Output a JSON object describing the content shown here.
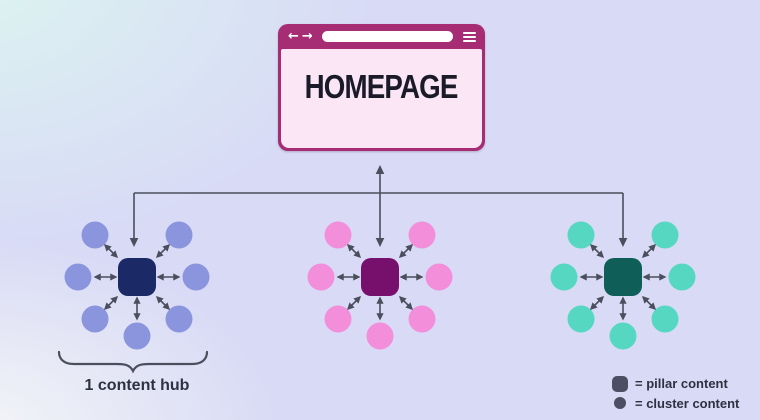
{
  "browser": {
    "title": "HOMEPAGE",
    "back_icon": "←",
    "forward_icon": "→"
  },
  "hubs": [
    {
      "name": "blue content hub",
      "pillar_color": "#1b2a66",
      "cluster_color": "#8b95de",
      "cluster_count": 7
    },
    {
      "name": "magenta content hub",
      "pillar_color": "#77106c",
      "cluster_color": "#f28eda",
      "cluster_count": 7
    },
    {
      "name": "teal content hub",
      "pillar_color": "#0f5f58",
      "cluster_color": "#56d7c1",
      "cluster_count": 7
    }
  ],
  "annotation": {
    "label": "1 content hub"
  },
  "legend": {
    "items": [
      {
        "shape": "square",
        "label": "= pillar content"
      },
      {
        "shape": "circle",
        "label": "= cluster content"
      }
    ]
  },
  "colors": {
    "background_mint": "#dcf4f0",
    "background_lavender": "#d8daf6",
    "background_white": "#f4f6f7",
    "browser_frame": "#a62c73",
    "browser_body": "#fbe6f6",
    "browser_text": "#1a1a28",
    "connector": "#4b4e5c",
    "legend_icon": "#4a4f63",
    "label_text": "#2d3142"
  }
}
